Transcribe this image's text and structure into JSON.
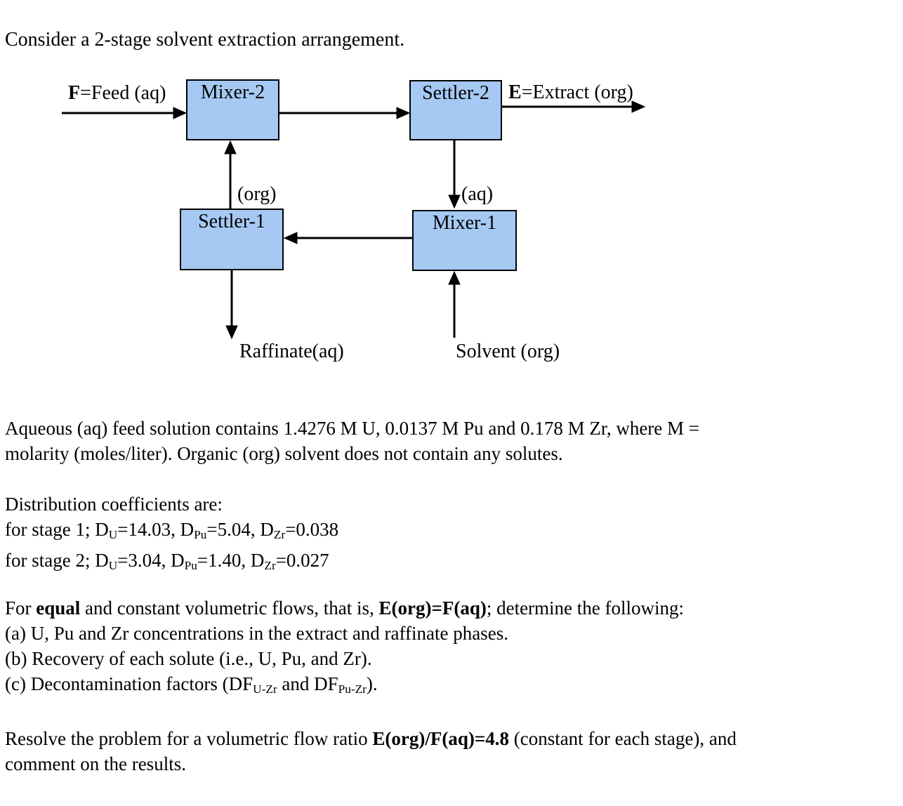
{
  "page": {
    "background": "#ffffff",
    "text_color": "#000000"
  },
  "title": "Consider a 2-stage solvent extraction arrangement.",
  "diagram": {
    "box_fill": "#a6c9f4",
    "box_border": "#000000",
    "arrow_color": "#000000",
    "boxes": {
      "mixer2": "Mixer-2",
      "settler2": "Settler-2",
      "settler1": "Settler-1",
      "mixer1": "Mixer-1"
    },
    "stream_labels": {
      "feed": [
        {
          "t": "F",
          "b": true
        },
        {
          "t": "=Feed (aq)"
        }
      ],
      "extract": [
        {
          "t": "E",
          "b": true
        },
        {
          "t": "=Extract (org)"
        }
      ],
      "org_recycle": [
        {
          "t": "(org)"
        }
      ],
      "aq_interstage": [
        {
          "t": "(aq)"
        }
      ],
      "raffinate": [
        {
          "t": "Raffinate(aq)"
        }
      ],
      "solvent": [
        {
          "t": "Solvent (org)"
        }
      ]
    }
  },
  "sections": [
    {
      "name": "feed-composition",
      "lines": [
        [
          {
            "t": "Aqueous (aq) feed solution contains 1.4276 M U, 0.0137 M Pu and 0.178 M Zr, where M ="
          }
        ],
        [
          {
            "t": "molarity (moles/liter). Organic (org) solvent does not contain any solutes."
          }
        ]
      ]
    },
    {
      "name": "distribution-coefficients",
      "lines": [
        [
          {
            "t": "Distribution coefficients are:"
          }
        ],
        [
          {
            "t": "for stage 1; D"
          },
          {
            "t": "U",
            "sub": true
          },
          {
            "t": "=14.03, D"
          },
          {
            "t": "Pu",
            "sub": true
          },
          {
            "t": "=5.04, D"
          },
          {
            "t": "Zr",
            "sub": true
          },
          {
            "t": "=0.038"
          }
        ],
        [
          {
            "t": "for stage 2; D"
          },
          {
            "t": "U",
            "sub": true
          },
          {
            "t": "=3.04, D"
          },
          {
            "t": "Pu",
            "sub": true
          },
          {
            "t": "=1.40, D"
          },
          {
            "t": "Zr",
            "sub": true
          },
          {
            "t": "=0.027"
          }
        ]
      ]
    },
    {
      "name": "questions",
      "lines": [
        [
          {
            "t": "For "
          },
          {
            "t": "equal",
            "b": true
          },
          {
            "t": " and constant volumetric flows, that is, "
          },
          {
            "t": "E(org)=F(aq)",
            "b": true
          },
          {
            "t": "; determine the following:"
          }
        ],
        [
          {
            "t": "(a) U, Pu and Zr concentrations in the extract and raffinate phases."
          }
        ],
        [
          {
            "t": "(b) Recovery of each solute (i.e., U, Pu, and Zr)."
          }
        ],
        [
          {
            "t": "(c) Decontamination factors (DF"
          },
          {
            "t": "U-Zr",
            "sub": true
          },
          {
            "t": " and DF"
          },
          {
            "t": "Pu-Zr",
            "sub": true
          },
          {
            "t": ")."
          }
        ]
      ]
    },
    {
      "name": "resolve",
      "lines": [
        [
          {
            "t": "Resolve the problem for a volumetric flow ratio "
          },
          {
            "t": "E(org)/F(aq)=4.8",
            "b": true
          },
          {
            "t": " (constant for each stage), and"
          }
        ],
        [
          {
            "t": "comment on the results."
          }
        ]
      ]
    }
  ]
}
